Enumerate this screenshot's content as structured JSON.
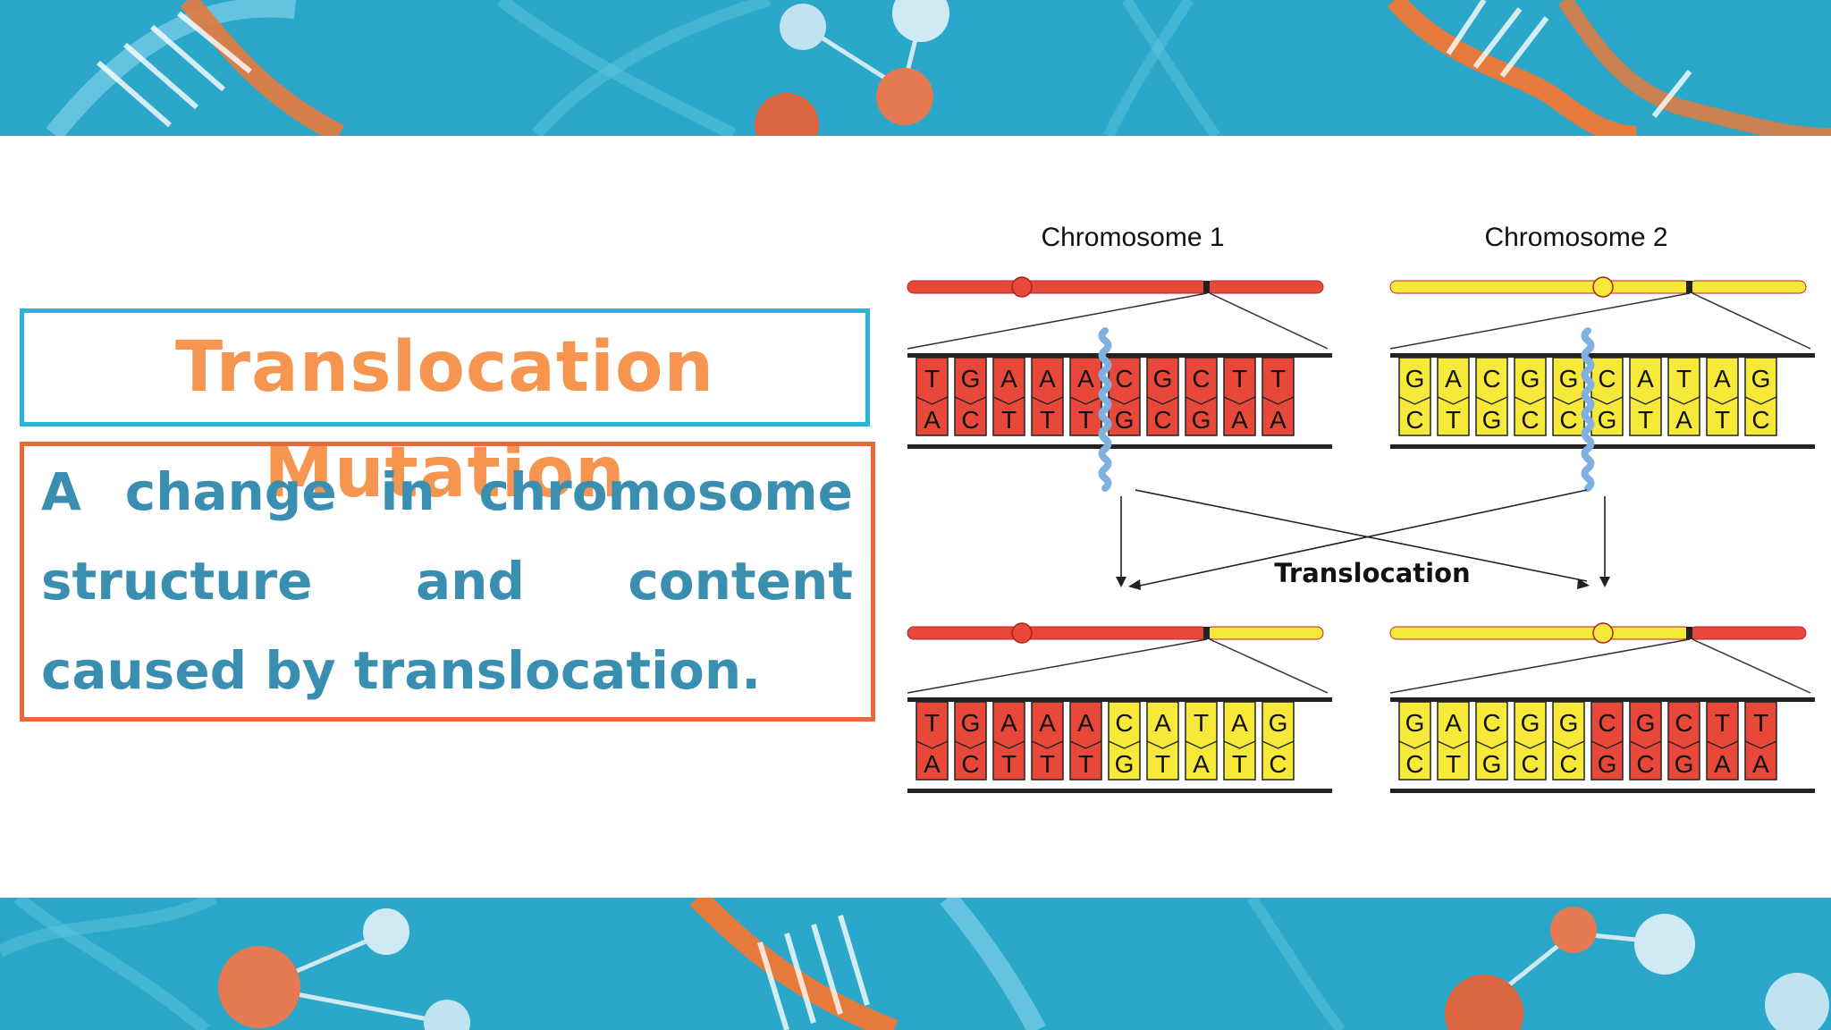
{
  "title": "Translocation Mutation",
  "definition": "A change in chromosome structure and content caused by translocation.",
  "diagram": {
    "chromosome1_label": "Chromosome 1",
    "chromosome2_label": "Chromosome 2",
    "process_label": "Translocation",
    "before": {
      "chromosome1": {
        "top": [
          "T",
          "G",
          "A",
          "A",
          "A",
          "C",
          "G",
          "C",
          "T",
          "T"
        ],
        "bottom": [
          "A",
          "C",
          "T",
          "T",
          "T",
          "G",
          "C",
          "G",
          "A",
          "A"
        ],
        "colors": [
          "red",
          "red",
          "red",
          "red",
          "red",
          "red",
          "red",
          "red",
          "red",
          "red"
        ]
      },
      "chromosome2": {
        "top": [
          "G",
          "A",
          "C",
          "G",
          "G",
          "C",
          "A",
          "T",
          "A",
          "G"
        ],
        "bottom": [
          "C",
          "T",
          "G",
          "C",
          "C",
          "G",
          "T",
          "A",
          "T",
          "C"
        ],
        "colors": [
          "yellow",
          "yellow",
          "yellow",
          "yellow",
          "yellow",
          "yellow",
          "yellow",
          "yellow",
          "yellow",
          "yellow"
        ]
      }
    },
    "after": {
      "chromosome1": {
        "top": [
          "T",
          "G",
          "A",
          "A",
          "A",
          "C",
          "A",
          "T",
          "A",
          "G"
        ],
        "bottom": [
          "A",
          "C",
          "T",
          "T",
          "T",
          "G",
          "T",
          "A",
          "T",
          "C"
        ],
        "colors": [
          "red",
          "red",
          "red",
          "red",
          "red",
          "yellow",
          "yellow",
          "yellow",
          "yellow",
          "yellow"
        ]
      },
      "chromosome2": {
        "top": [
          "G",
          "A",
          "C",
          "G",
          "G",
          "C",
          "G",
          "C",
          "T",
          "T"
        ],
        "bottom": [
          "C",
          "T",
          "G",
          "C",
          "C",
          "G",
          "C",
          "G",
          "A",
          "A"
        ],
        "colors": [
          "yellow",
          "yellow",
          "yellow",
          "yellow",
          "yellow",
          "red",
          "red",
          "red",
          "red",
          "red"
        ]
      }
    }
  },
  "colors": {
    "red": "#e8483a",
    "yellow": "#f7e93a",
    "teal_banner": "#2aa7c9",
    "orange_title": "#f6954f",
    "title_border": "#29b6d6",
    "def_border": "#e8683a",
    "def_text": "#3a8fb0"
  }
}
